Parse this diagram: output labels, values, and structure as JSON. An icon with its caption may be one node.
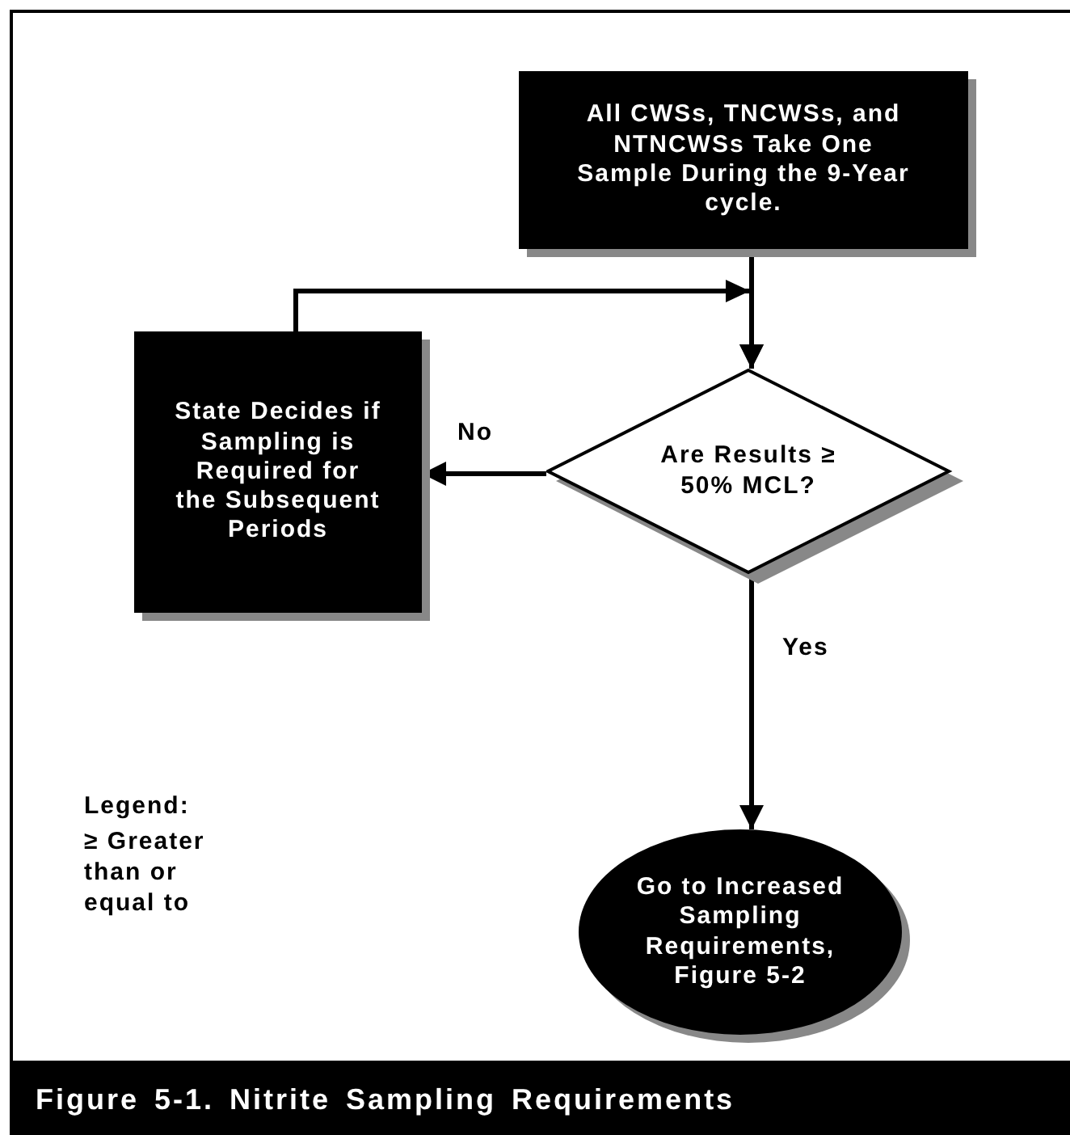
{
  "diagram": {
    "caption": "Figure 5-1. Nitrite Sampling Requirements",
    "nodes": [
      {
        "text": [
          "All CWSs, TNCWSs, and NTNCWSs Take One Sample During the 9-Year cycle."
        ]
      },
      {
        "text": [
          "Are Results ≥ 50% MCL?"
        ]
      },
      {
        "text": [
          "State Decides if Sampling is Required for the Subsequent Periods"
        ]
      },
      {
        "text": [
          "Go to Increased Sampling Requirements, Figure 5-2"
        ]
      }
    ],
    "edges": [
      {
        "from": 0,
        "to": 1,
        "arrow": "to"
      },
      {
        "from": 2,
        "to": 1,
        "arrow": "to"
      },
      {
        "from": 1,
        "to": 2,
        "arrow": "to",
        "label": "No"
      },
      {
        "from": 1,
        "to": 3,
        "arrow": "to",
        "label": "Yes"
      }
    ],
    "labels": [
      "Legend:"
    ],
    "legend": [
      {
        "text": "≥ Greater than or equal to"
      }
    ]
  }
}
